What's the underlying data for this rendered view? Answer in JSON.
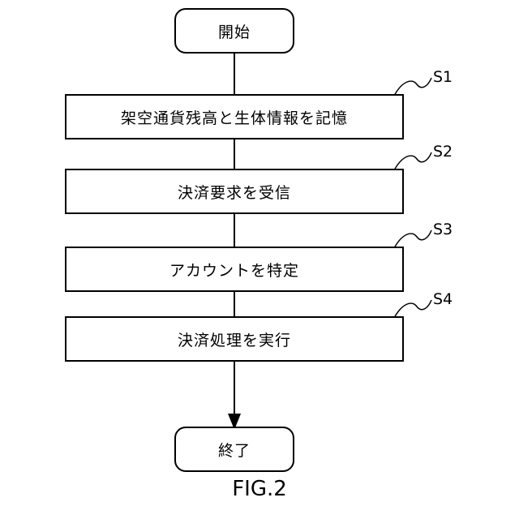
{
  "flowchart": {
    "start": "開始",
    "end": "終了",
    "steps": [
      {
        "id": "S1",
        "text": "架空通貨残高と生体情報を記憶"
      },
      {
        "id": "S2",
        "text": "決済要求を受信"
      },
      {
        "id": "S3",
        "text": "アカウントを特定"
      },
      {
        "id": "S4",
        "text": "決済処理を実行"
      }
    ]
  },
  "caption": "FIG.2"
}
